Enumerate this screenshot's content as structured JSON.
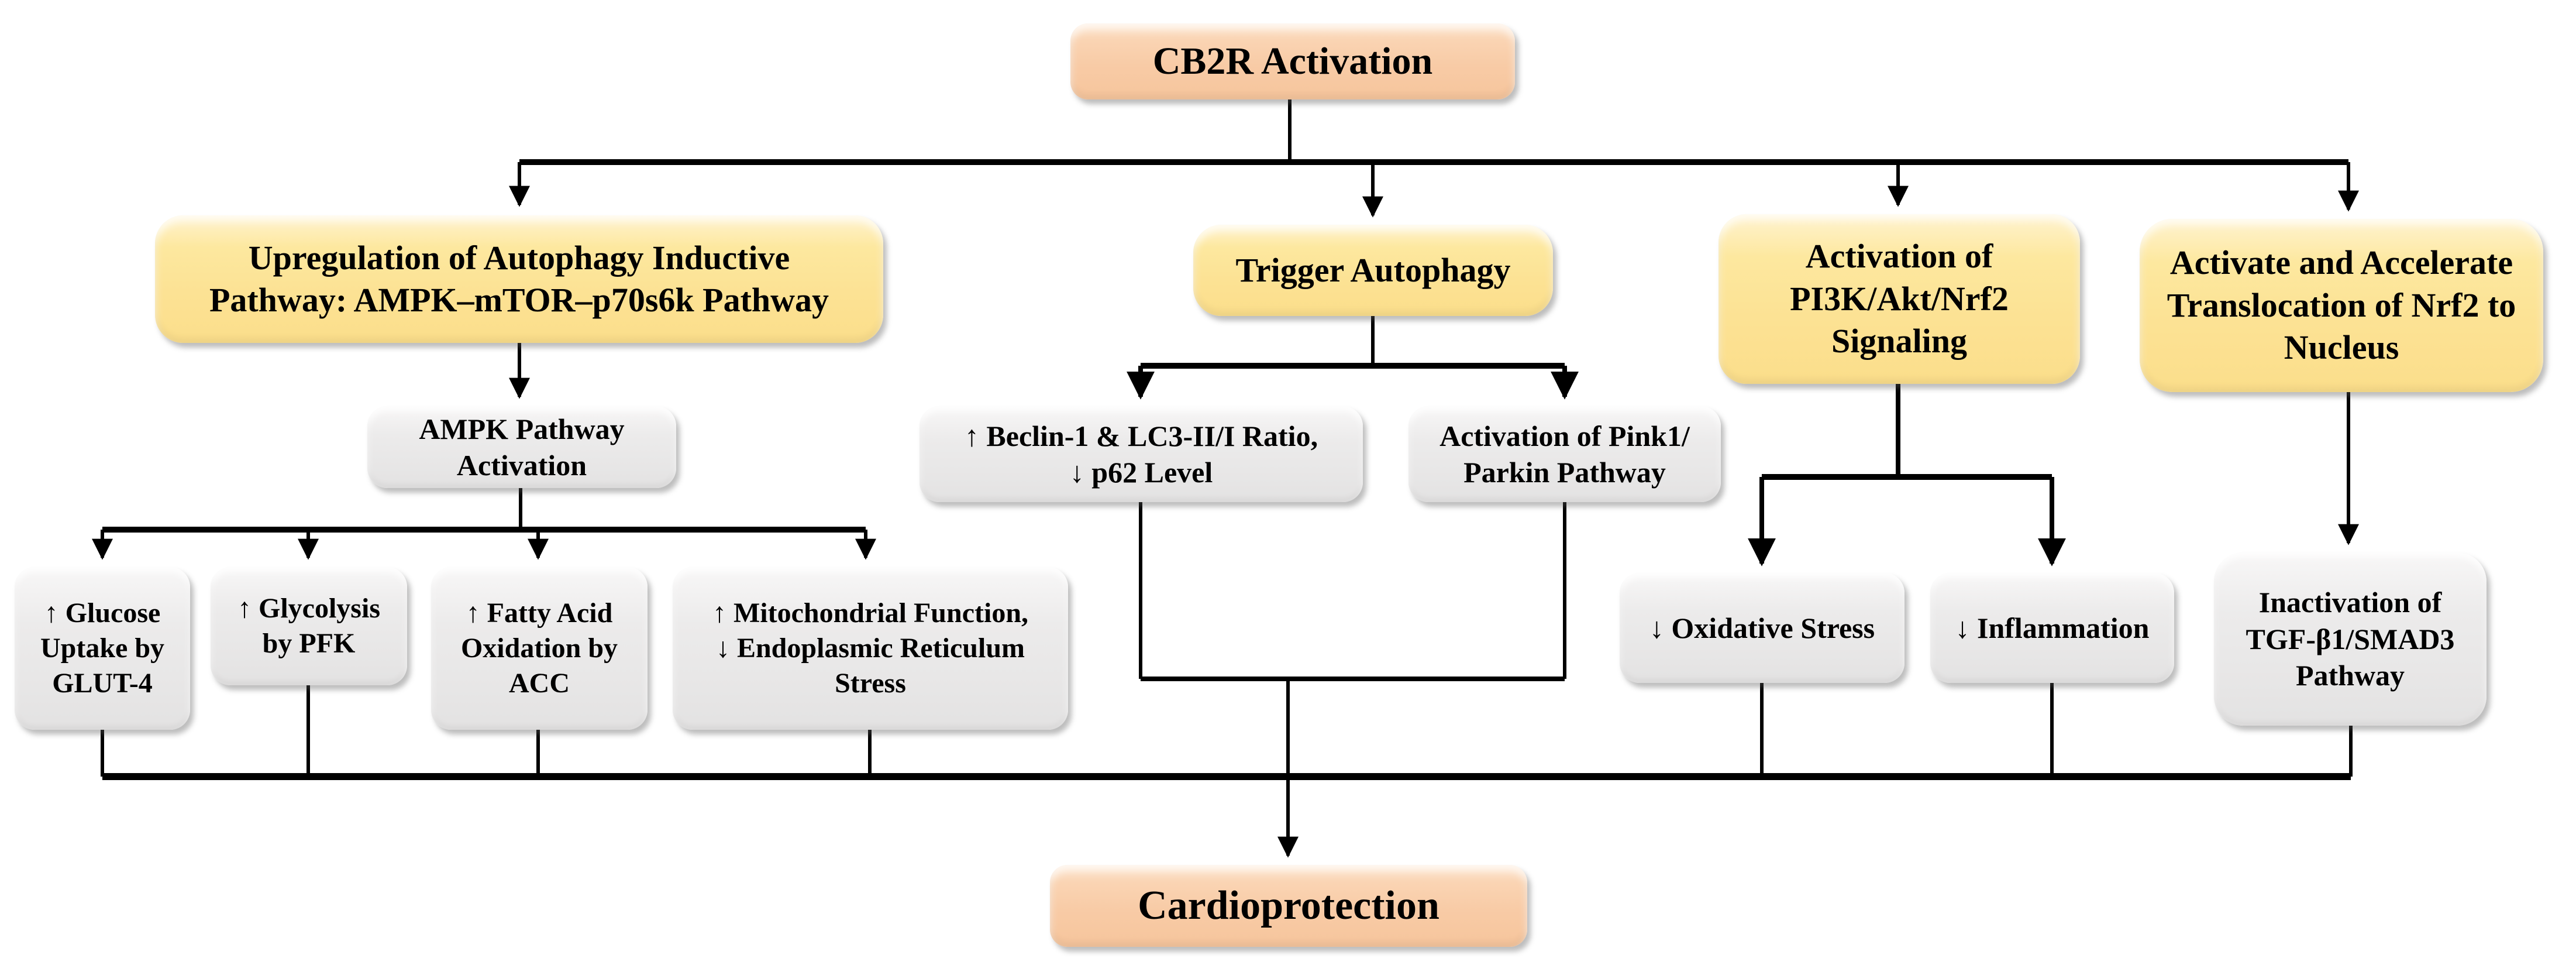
{
  "diagram": {
    "background_color": "#FFFFFF",
    "line_color": "#000000",
    "node_colors": {
      "peach": "#F8CBA6",
      "yellow": "#FCE294",
      "gray": "#E7E6E6"
    },
    "nodes": {
      "cb2r": {
        "label": "CB2R Activation",
        "color": "peach"
      },
      "upregulation": {
        "label": "Upregulation of Autophagy Inductive\nPathway: AMPK–mTOR–p70s6k Pathway",
        "color": "yellow"
      },
      "trigger_autophagy": {
        "label": "Trigger Autophagy",
        "color": "yellow"
      },
      "pi3k_signaling": {
        "label": "Activation of\nPI3K/Akt/Nrf2\nSignaling",
        "color": "yellow"
      },
      "nrf2_translocation": {
        "label": "Activate and Accelerate\nTranslocation of Nrf2 to\nNucleus",
        "color": "yellow"
      },
      "ampk_pathway": {
        "label": "AMPK Pathway\nActivation",
        "color": "gray"
      },
      "beclin_lc3": {
        "label": "↑ Beclin-1 & LC3-II/I Ratio,\n↓ p62 Level",
        "color": "gray"
      },
      "pink1_parkin": {
        "label": "Activation of Pink1/\nParkin Pathway",
        "color": "gray"
      },
      "glucose_uptake": {
        "label": "↑ Glucose\nUptake by\nGLUT-4",
        "color": "gray"
      },
      "glycolysis": {
        "label": "↑ Glycolysis\nby PFK",
        "color": "gray"
      },
      "fatty_acid": {
        "label": "↑ Fatty Acid\nOxidation by\nACC",
        "color": "gray"
      },
      "mitochondrial": {
        "label": "↑ Mitochondrial Function,\n↓ Endoplasmic Reticulum\nStress",
        "color": "gray"
      },
      "oxidative_stress": {
        "label": "↓ Oxidative Stress",
        "color": "gray"
      },
      "inflammation": {
        "label": "↓ Inflammation",
        "color": "gray"
      },
      "tgf_smad3": {
        "label": "Inactivation of\nTGF-β1/SMAD3\nPathway",
        "color": "gray"
      },
      "cardioprotection": {
        "label": "Cardioprotection",
        "color": "peach"
      }
    }
  }
}
